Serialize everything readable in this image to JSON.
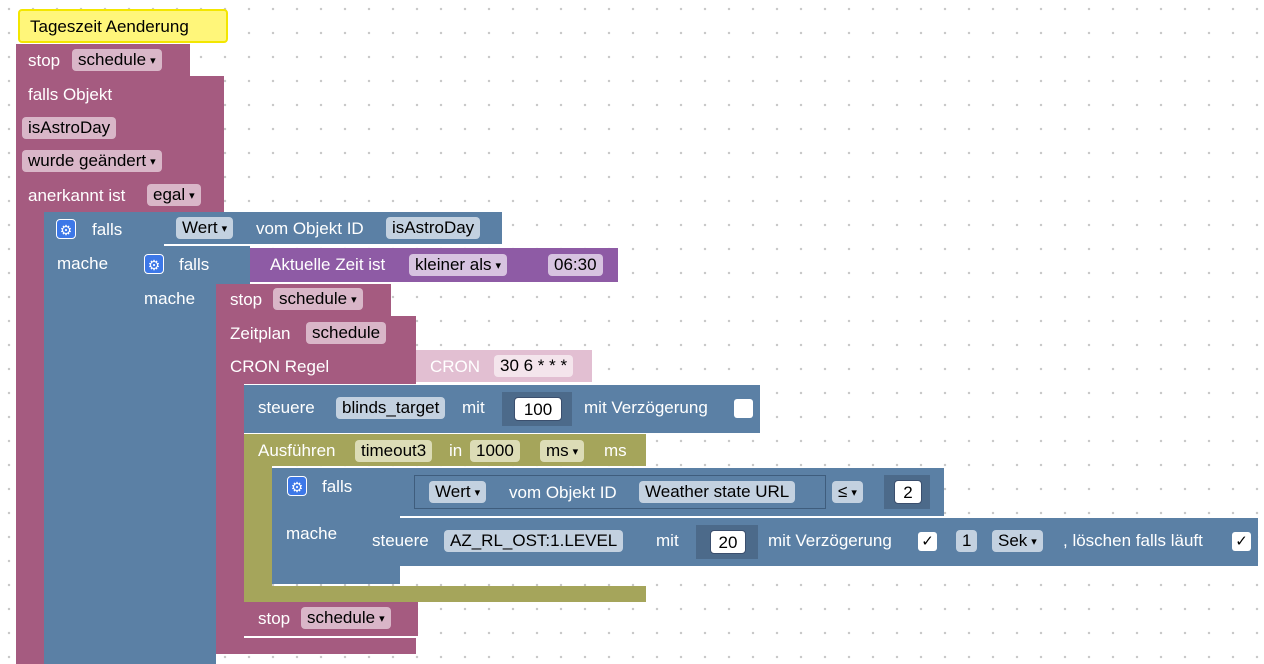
{
  "hat_label": "Tageszeit Aenderung",
  "top_stop": {
    "label": "stop",
    "dropdown": "schedule"
  },
  "trigger": {
    "falls_objekt": "falls Objekt",
    "object": "isAstroDay",
    "changed": "wurde geändert",
    "ack_label": "anerkannt ist",
    "ack_value": "egal"
  },
  "if1": {
    "falls": "falls",
    "mache": "mache",
    "value_dropdown": "Wert",
    "of_object": "vom Objekt ID",
    "object_id": "isAstroDay"
  },
  "if2": {
    "falls": "falls",
    "mache": "mache",
    "time_label": "Aktuelle Zeit ist",
    "operator": "kleiner als",
    "time": "06:30"
  },
  "inner": {
    "stop_label": "stop",
    "stop_dropdown": "schedule",
    "zeitplan_label": "Zeitplan",
    "zeitplan_value": "schedule",
    "cron_label": "CRON Regel",
    "cron_block": "CRON",
    "cron_value": "30 6 * * *"
  },
  "set1": {
    "label": "steuere",
    "target": "blinds_target",
    "mit": "mit",
    "value": "100",
    "delay_label": "mit Verzögerung"
  },
  "timeout": {
    "label": "Ausführen",
    "name": "timeout3",
    "in": "in",
    "value": "1000",
    "unit_dropdown": "ms",
    "unit": "ms"
  },
  "if3": {
    "falls": "falls",
    "mache": "mache",
    "value_dropdown": "Wert",
    "of_object": "vom Objekt ID",
    "object_id": "Weather state URL",
    "operator": "≤",
    "compare": "2"
  },
  "set2": {
    "label": "steuere",
    "target": "AZ_RL_OST:1.LEVEL",
    "mit": "mit",
    "value": "20",
    "delay_label": "mit Verzögerung",
    "delay_check": "✓",
    "delay_value": "1",
    "delay_unit": "Sek",
    "clear_label": ", löschen falls läuft",
    "clear_check": "✓"
  },
  "bottom_stop": {
    "label": "stop",
    "dropdown": "schedule"
  },
  "icons": {
    "gear": "⚙",
    "dropdown_arrow": "▾"
  }
}
